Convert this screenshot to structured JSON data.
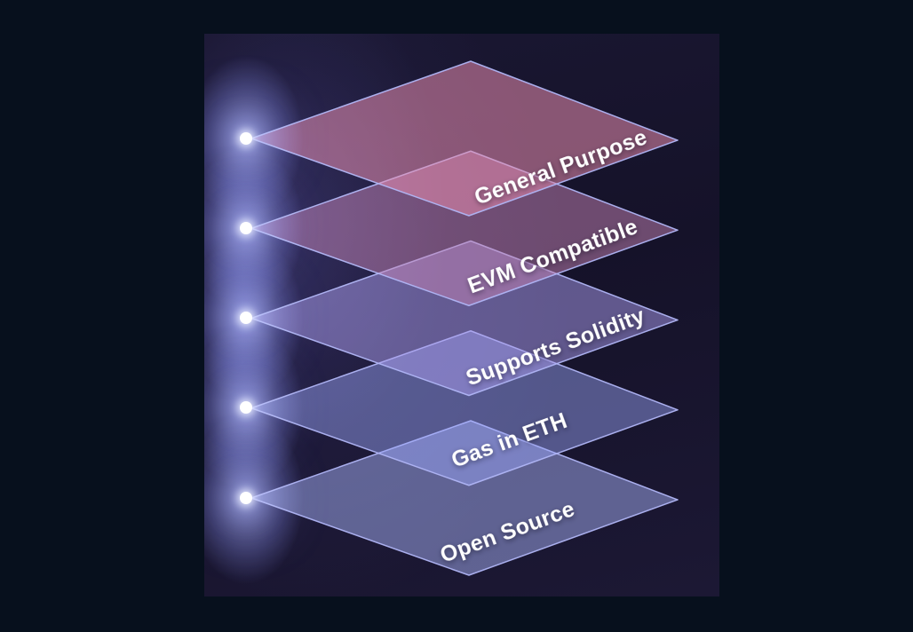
{
  "diagram": {
    "description": "Stacked translucent diamond layers listing blockchain features, each marked by a glowing dot",
    "layers": [
      {
        "label": "General Purpose",
        "color": "rgba(232, 140, 175, 0.55)"
      },
      {
        "label": "EVM Compatible",
        "color": "rgba(198, 132, 182, 0.50)"
      },
      {
        "label": "Supports Solidity",
        "color": "rgba(172, 158, 240, 0.50)"
      },
      {
        "label": "Gas in ETH",
        "color": "rgba(158, 168, 252, 0.45)"
      },
      {
        "label": "Open Source",
        "color": "rgba(172, 182, 252, 0.48)"
      }
    ],
    "colors": {
      "page_background": "#07101d",
      "panel_background": "#171430",
      "plate_stroke": "#b0b5f5",
      "label_text": "#ffffff",
      "dot": "#ffffff",
      "glow": "#aab3ff"
    }
  }
}
